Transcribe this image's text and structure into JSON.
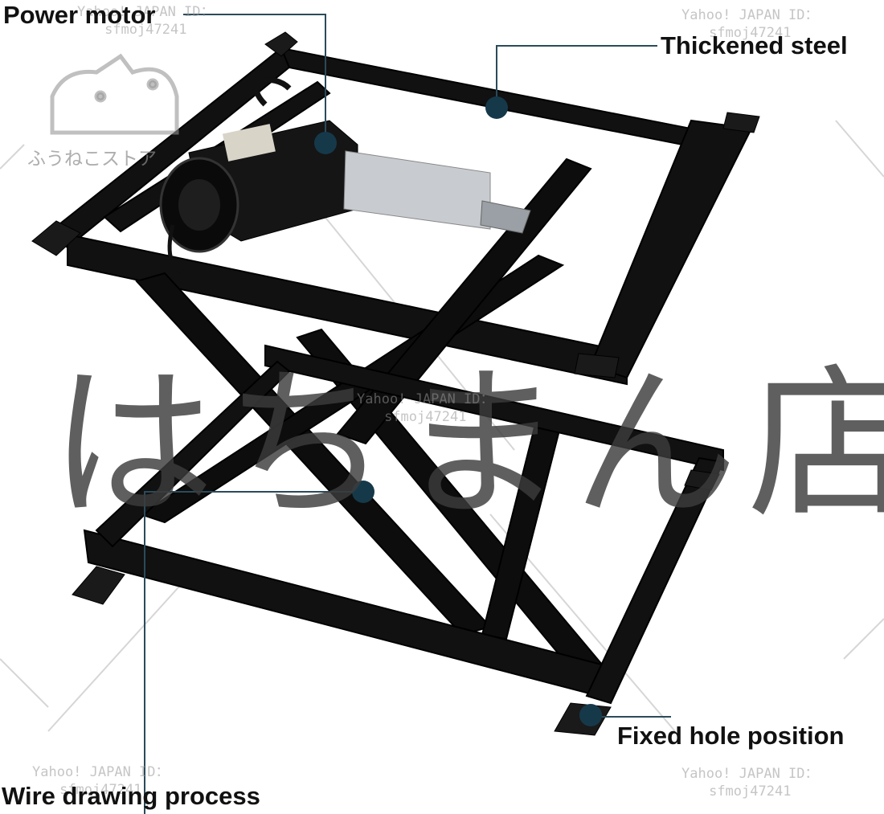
{
  "callouts": {
    "power_motor": "Power motor",
    "thickened_steel": "Thickened steel",
    "fixed_hole": "Fixed hole position",
    "wire_drawing": "Wire drawing process"
  },
  "watermark": {
    "line1": "Yahoo! JAPAN ID：",
    "line2": "sfmoj47241",
    "shop_name": "はちまん店",
    "logo_text": "ふうねこストア"
  },
  "colors": {
    "frame": "#111111",
    "callout_dot": "#16394a",
    "callout_line": "#2b4b5a",
    "actuator": "#c8ccd0"
  },
  "product": "motorized scissor lift table frame"
}
